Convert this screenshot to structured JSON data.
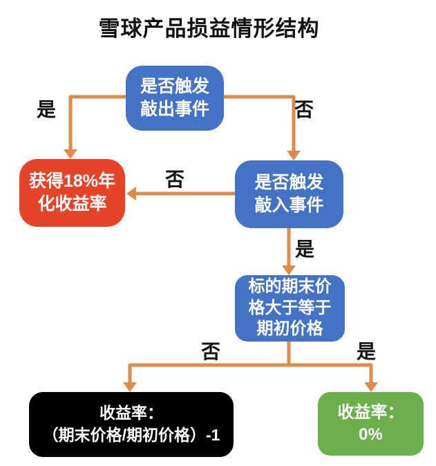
{
  "title": "雪球产品损益情形结构",
  "colors": {
    "decision_node_blue": "#4472C4",
    "coupon_node_red": "#E64429",
    "loss_node_black": "#000000",
    "zero_node_green": "#6CB04E",
    "arrow_orange": "#DF8A45",
    "node_text": "#FFFFFF",
    "label_text": "#111111",
    "background": "#FFFFFF"
  },
  "flowchart": {
    "nodes": [
      {
        "id": "knock_out_check",
        "type": "decision",
        "label": "是否触发\n敲出事件"
      },
      {
        "id": "knock_in_check",
        "type": "decision",
        "label": "是否触发\n敲入事件"
      },
      {
        "id": "price_check",
        "type": "decision",
        "label": "标的期末价\n格大于等于\n期初价格"
      },
      {
        "id": "coupon_outcome",
        "type": "outcome",
        "label": "获得18%年\n化收益率"
      },
      {
        "id": "loss_outcome",
        "type": "outcome",
        "label": "收益率：\n（期末价格/期初价格）-1"
      },
      {
        "id": "zero_outcome",
        "type": "outcome",
        "label": "收益率：\n0%"
      }
    ],
    "edges": [
      {
        "from": "knock_out_check",
        "to": "coupon_outcome",
        "label": "是"
      },
      {
        "from": "knock_out_check",
        "to": "knock_in_check",
        "label": "否"
      },
      {
        "from": "knock_in_check",
        "to": "coupon_outcome",
        "label": "否"
      },
      {
        "from": "knock_in_check",
        "to": "price_check",
        "label": "是"
      },
      {
        "from": "price_check",
        "to": "loss_outcome",
        "label": "否"
      },
      {
        "from": "price_check",
        "to": "zero_outcome",
        "label": "是"
      }
    ]
  }
}
